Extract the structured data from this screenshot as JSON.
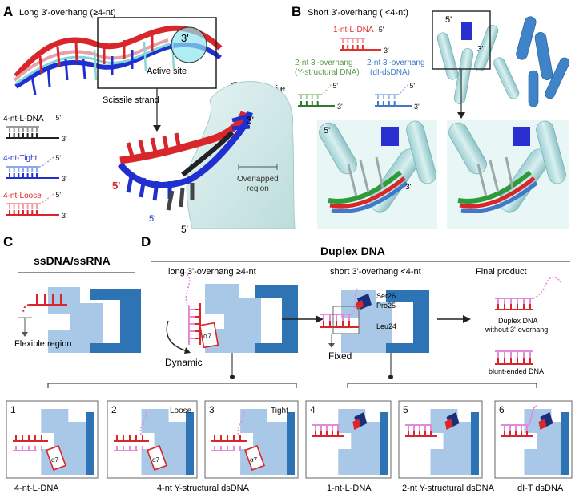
{
  "panels": {
    "A": {
      "letter": "A",
      "title": "Long 3'-overhang (≥4-nt)",
      "active_site_label": "Active site",
      "legend_active_site": "Active site",
      "scissile": "Scissile strand",
      "overlapped": "Overlapped",
      "region": "region",
      "end_3": "3'",
      "end_5": "5'",
      "dna_items": [
        {
          "name": "4-nt-L-DNA",
          "color": "#222222"
        },
        {
          "name": "4-nt-Tight",
          "color": "#1f2fd0"
        },
        {
          "name": "4-nt-Loose",
          "color": "#d8262a"
        }
      ]
    },
    "B": {
      "letter": "B",
      "title": "Short 3'-overhang ( <4-nt)",
      "items": [
        {
          "name": "1-nt-L-DNA",
          "color": "#e03030"
        },
        {
          "name": "2-nt 3'-overhang",
          "sub": "(Y-structural DNA)",
          "color": "#5a9a4a"
        },
        {
          "name": "2-nt 3'-overhang",
          "sub": "(dI-dsDNA)",
          "color": "#3f79c8"
        }
      ],
      "end_3": "3'",
      "end_5": "5'"
    },
    "C": {
      "letter": "C",
      "title": "ssDNA/ssRNA",
      "flexible": "Flexible region"
    },
    "D": {
      "letter": "D",
      "title": "Duplex DNA",
      "long": "long 3'-overhang ≥4-nt",
      "short": "short 3'-overhang <4-nt",
      "final": "Final product",
      "dynamic": "Dynamic",
      "fixed": "Fixed",
      "alpha": "α7",
      "ser": "Ser26",
      "pro": "Pro25",
      "leu": "Leu24",
      "final1": "Duplex DNA",
      "final2": "without 3'-overhang",
      "final3": "blunt-ended DNA"
    }
  },
  "bottom": [
    {
      "num": "1",
      "tag": ""
    },
    {
      "num": "2",
      "tag": "Loose"
    },
    {
      "num": "3",
      "tag": "Tight"
    },
    {
      "num": "4",
      "tag": ""
    },
    {
      "num": "5",
      "tag": ""
    },
    {
      "num": "6",
      "tag": ""
    }
  ],
  "bottom_labels": [
    "4-nt-L-DNA",
    "4-nt Y-structural dsDNA",
    "1-nt-L-DNA",
    "2-nt Y-structural dsDNA",
    "dI-T dsDNA"
  ]
}
